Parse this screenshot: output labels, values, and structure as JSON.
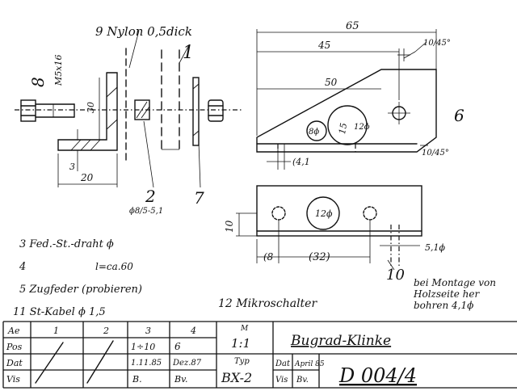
{
  "labels": {
    "nylon": "9 Nylon 0,5dick",
    "part1": "1",
    "part8": "8",
    "screw": "M5x16",
    "part2": "2",
    "dia2": "ϕ8/5-5,1",
    "part7": "7",
    "part6": "6",
    "part10": "10",
    "note10": [
      "bei Montage von",
      "Holzseite her",
      "bohren 4,1ϕ"
    ],
    "part12": "12  Mikroschalter"
  },
  "dimensions": {
    "d30": "30",
    "d3": "3",
    "d20": "20",
    "d65": "65",
    "d45": "45",
    "d50": "50",
    "chamfer_top": "10/45°",
    "chamfer_bottom": "10/45°",
    "d41": "(4,1",
    "hole8": "8ϕ",
    "hole12": "12ϕ",
    "d15": "15",
    "d10": "10",
    "d8": "(8",
    "d32": "(32)",
    "d51": "5,1ϕ",
    "hole12b": "12ϕ"
  },
  "parts_list": [
    "3  Fed.-St.-draht ϕ",
    "4",
    "l=ca.60",
    "5  Zugfeder  (probieren)",
    "11  St-Kabel  ϕ 1,5"
  ],
  "title_block": {
    "row_labels": [
      "Ae",
      "Pos",
      "Dat",
      "Vis"
    ],
    "col_headers": [
      "1",
      "2",
      "3",
      "4"
    ],
    "m_label": "M",
    "scale": "1:1",
    "pos": [
      "1÷10",
      "6"
    ],
    "dat": [
      "1.11.85",
      "Dez.87"
    ],
    "vis": [
      "B.",
      "Bv."
    ],
    "typ_label": "Typ",
    "typ": "BX-2",
    "dat_label": "Dat",
    "dat_value": "April 85",
    "vis_label": "Vis",
    "vis_value": "Bv.",
    "title": "Bugrad-Klinke",
    "drawing_no": "D 004/4"
  }
}
